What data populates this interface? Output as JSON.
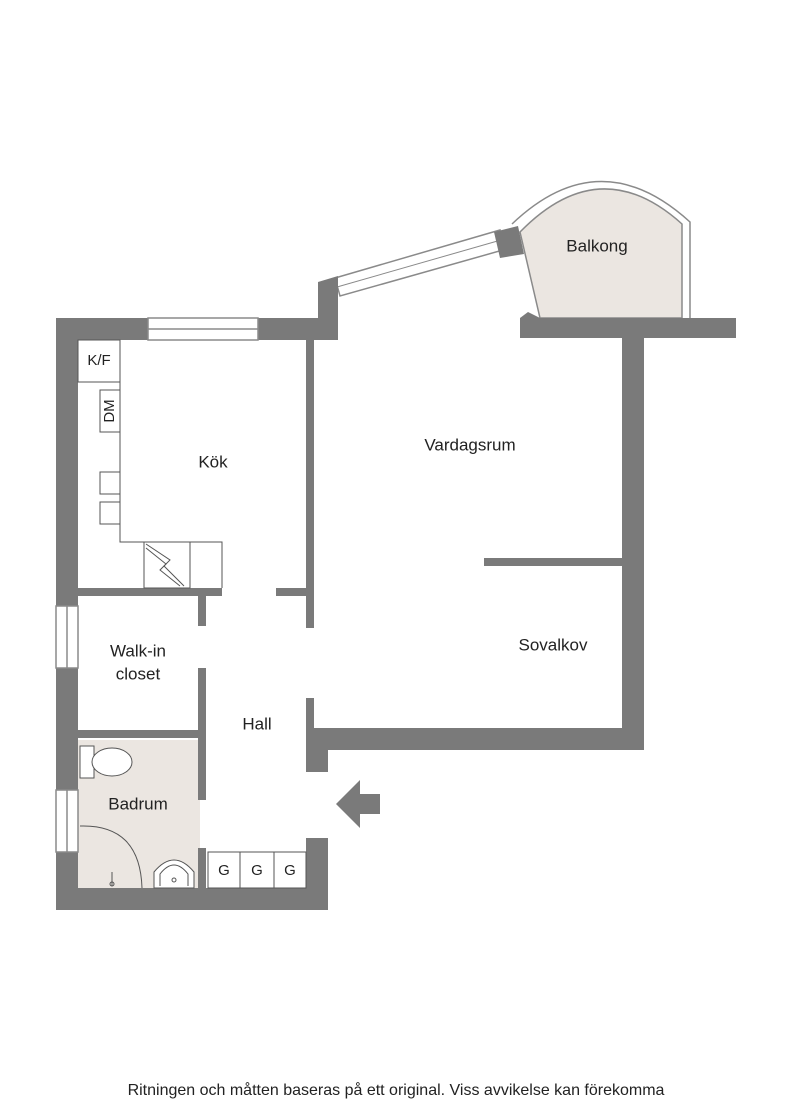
{
  "rooms": {
    "balkong": "Balkong",
    "vardagsrum": "Vardagsrum",
    "kok": "Kök",
    "sovalkov": "Sovalkov",
    "walkin_line1": "Walk-in",
    "walkin_line2": "closet",
    "hall": "Hall",
    "badrum": "Badrum"
  },
  "fixtures": {
    "kf": "K/F",
    "dm": "DM",
    "g1": "G",
    "g2": "G",
    "g3": "G"
  },
  "disclaimer": "Ritningen och måtten baseras på ett original. Viss avvikelse kan förekomma",
  "colors": {
    "wall": "#7a7a7a",
    "wet_floor": "#ebe6e1",
    "balcony_floor": "#ebe6e1",
    "line": "#555555"
  }
}
